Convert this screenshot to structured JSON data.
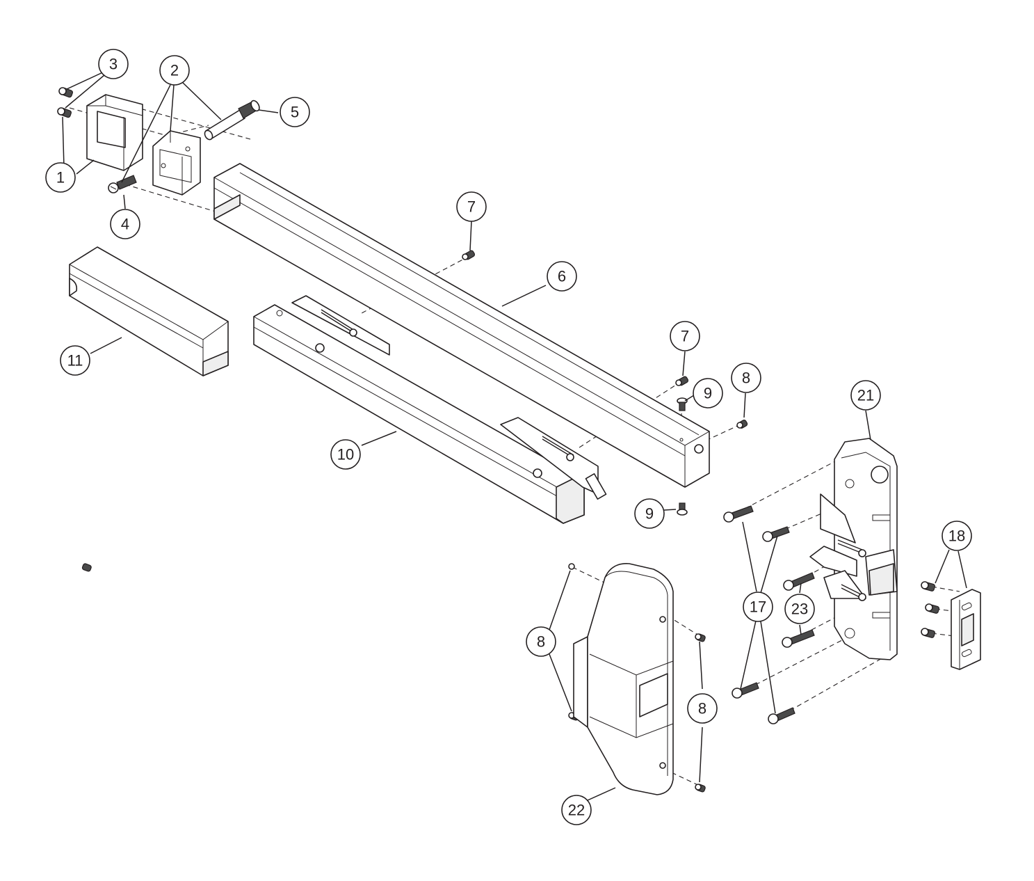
{
  "callouts": [
    {
      "id": "c1",
      "label": "1"
    },
    {
      "id": "c2",
      "label": "2"
    },
    {
      "id": "c3",
      "label": "3"
    },
    {
      "id": "c4",
      "label": "4"
    },
    {
      "id": "c5",
      "label": "5"
    },
    {
      "id": "c6",
      "label": "6"
    },
    {
      "id": "c7a",
      "label": "7"
    },
    {
      "id": "c7b",
      "label": "7"
    },
    {
      "id": "c8a",
      "label": "8"
    },
    {
      "id": "c8b",
      "label": "8"
    },
    {
      "id": "c8c",
      "label": "8"
    },
    {
      "id": "c9a",
      "label": "9"
    },
    {
      "id": "c9b",
      "label": "9"
    },
    {
      "id": "c10",
      "label": "10"
    },
    {
      "id": "c11",
      "label": "11"
    },
    {
      "id": "c17",
      "label": "17"
    },
    {
      "id": "c18",
      "label": "18"
    },
    {
      "id": "c21",
      "label": "21"
    },
    {
      "id": "c22",
      "label": "22"
    },
    {
      "id": "c23",
      "label": "23"
    }
  ],
  "colors": {
    "line": "#231f20",
    "background": "#ffffff",
    "shade": "#eeeeee"
  }
}
